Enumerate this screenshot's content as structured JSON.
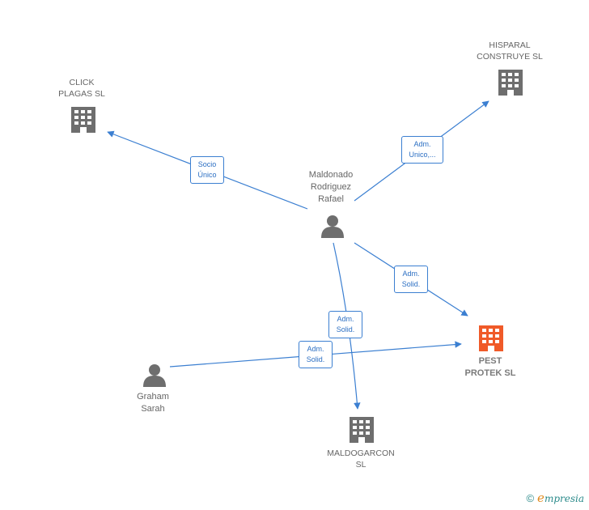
{
  "nodes": {
    "click_plagas": {
      "line1": "CLICK",
      "line2": "PLAGAS  SL"
    },
    "hisparal": {
      "line1": "HISPARAL",
      "line2": "CONSTRUYE SL"
    },
    "maldonado": {
      "line1": "Maldonado",
      "line2": "Rodriguez",
      "line3": "Rafael"
    },
    "pest_protek": {
      "line1": "PEST",
      "line2": "PROTEK  SL"
    },
    "graham": {
      "line1": "Graham",
      "line2": "Sarah"
    },
    "maldogarcon": {
      "line1": "MALDOGARCON",
      "line2": "SL"
    }
  },
  "edges": {
    "socio_unico": {
      "line1": "Socio",
      "line2": "Único"
    },
    "adm_unico": {
      "line1": "Adm.",
      "line2": "Unico,..."
    },
    "adm_solid_pest": {
      "line1": "Adm.",
      "line2": "Solid."
    },
    "adm_solid_maldogarcon": {
      "line1": "Adm.",
      "line2": "Solid."
    },
    "adm_solid_graham": {
      "line1": "Adm.",
      "line2": "Solid."
    }
  },
  "colors": {
    "edge": "#3b7fd1",
    "building": "#6e6e6e",
    "focus_building": "#f05a28",
    "person": "#6e6e6e"
  },
  "footer": {
    "copyright": "©",
    "brand_initial": "e",
    "brand_rest": "mpresia"
  }
}
